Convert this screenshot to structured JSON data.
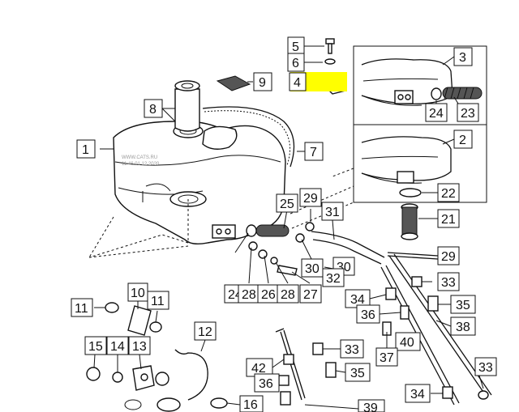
{
  "diagram": {
    "highlight_color": "#ffff00",
    "line_color": "#111111",
    "highlighted_part": "4",
    "watermark": [
      "WWW.CATS.RU",
      "11 46 01 12 2020"
    ],
    "callouts": [
      {
        "id": "c1",
        "text": "1"
      },
      {
        "id": "c2",
        "text": "2"
      },
      {
        "id": "c3",
        "text": "3"
      },
      {
        "id": "c4",
        "text": "4"
      },
      {
        "id": "c5",
        "text": "5"
      },
      {
        "id": "c6",
        "text": "6"
      },
      {
        "id": "c7",
        "text": "7"
      },
      {
        "id": "c8",
        "text": "8"
      },
      {
        "id": "c9",
        "text": "9"
      },
      {
        "id": "c10",
        "text": "10"
      },
      {
        "id": "c11a",
        "text": "11"
      },
      {
        "id": "c11b",
        "text": "11"
      },
      {
        "id": "c12",
        "text": "12"
      },
      {
        "id": "c13",
        "text": "13"
      },
      {
        "id": "c14",
        "text": "14"
      },
      {
        "id": "c15",
        "text": "15"
      },
      {
        "id": "c16",
        "text": "16"
      },
      {
        "id": "c21",
        "text": "21"
      },
      {
        "id": "c22",
        "text": "22"
      },
      {
        "id": "c23",
        "text": "23"
      },
      {
        "id": "c24a",
        "text": "24"
      },
      {
        "id": "c24b",
        "text": "24"
      },
      {
        "id": "c25",
        "text": "25"
      },
      {
        "id": "c26",
        "text": "26"
      },
      {
        "id": "c27",
        "text": "27"
      },
      {
        "id": "c28a",
        "text": "28"
      },
      {
        "id": "c28b",
        "text": "28"
      },
      {
        "id": "c29a",
        "text": "29"
      },
      {
        "id": "c29b",
        "text": "29"
      },
      {
        "id": "c30a",
        "text": "30"
      },
      {
        "id": "c30b",
        "text": "30"
      },
      {
        "id": "c31",
        "text": "31"
      },
      {
        "id": "c32",
        "text": "32"
      },
      {
        "id": "c33a",
        "text": "33"
      },
      {
        "id": "c33b",
        "text": "33"
      },
      {
        "id": "c33c",
        "text": "33"
      },
      {
        "id": "c34a",
        "text": "34"
      },
      {
        "id": "c34b",
        "text": "34"
      },
      {
        "id": "c35a",
        "text": "35"
      },
      {
        "id": "c35b",
        "text": "35"
      },
      {
        "id": "c36a",
        "text": "36"
      },
      {
        "id": "c36b",
        "text": "36"
      },
      {
        "id": "c37",
        "text": "37"
      },
      {
        "id": "c38",
        "text": "38"
      },
      {
        "id": "c39",
        "text": "39"
      },
      {
        "id": "c40",
        "text": "40"
      },
      {
        "id": "c42",
        "text": "42"
      }
    ]
  }
}
